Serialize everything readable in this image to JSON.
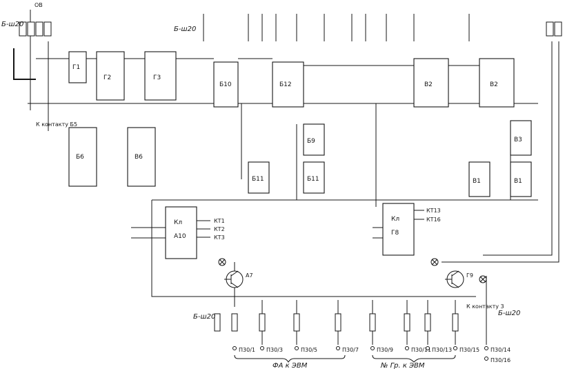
{
  "labels": {
    "cable_left": "Б-ш20",
    "cable_right": "Б-ш20",
    "cable_bottom_left": "Б-ш20",
    "cable_bottom_right": "Б-ш20",
    "ob": "ОВ",
    "to_contact_b5": "К контакту Б5",
    "to_contact_3": "К контакту 3",
    "gr_to_evm": "№ Гр. к ЭВМ",
    "fa_to_evm": "ФА к ЭВМ"
  },
  "chips": {
    "g1": "Г1",
    "g2": "Г2",
    "g3": "Г3",
    "b10": "Б10",
    "b12": "Б12",
    "v2a": "В2",
    "v2b": "В2",
    "b6": "Б6",
    "v6": "В6",
    "b9": "Б9",
    "b11a": "Б11",
    "b11b": "Б11",
    "v3": "В3",
    "v1a": "В1",
    "v1b": "В1",
    "b_lower": "Кл",
    "g_lower": "Кл",
    "g_lower_name": "Г8",
    "b_lower_name": "А10"
  },
  "outputs": {
    "kt1": "КТ1",
    "kt2": "КТ2",
    "kt3": "КТ3",
    "kt13": "КТ13",
    "kt16": "КТ16"
  },
  "transistors": {
    "a7": "А7",
    "g9": "Г9"
  },
  "pins": {
    "p1": "П30/1",
    "p2": "П30/3",
    "p3": "П30/5",
    "p4": "П30/7",
    "p5": "П30/9",
    "p6": "П30/11",
    "p7": "П30/13",
    "p8": "П30/15",
    "p9": "П30/14",
    "p10": "П30/16"
  }
}
